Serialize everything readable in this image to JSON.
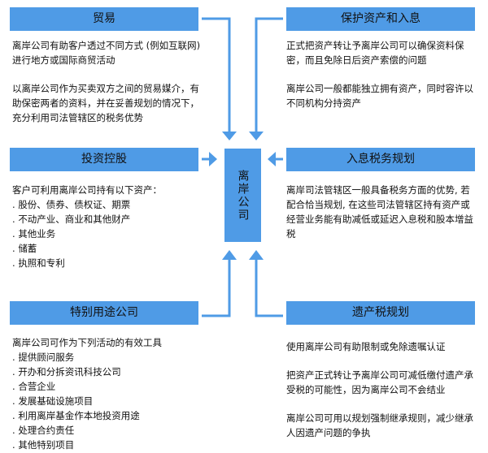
{
  "accent_color": "#4f9be6",
  "center": {
    "label": "离岸公司"
  },
  "trade": {
    "title": "贸易",
    "paragraphs": [
      "离岸公司有助客户透过不同方式 (例如互联网) 进行地方或国际商贸活动",
      "以离岸公司作为买卖双方之间的贸易媒介，有助保密两者的资料，并在妥善规划的情况下，充分利用司法管辖区的税务优势"
    ]
  },
  "asset": {
    "title": "保护资产和入息",
    "paragraphs": [
      "正式把资产转让予离岸公司可以确保资料保密，而且免除日后资产索偿的问题",
      "离岸公司一般都能独立拥有资产，同时容许以不同机构分持资产"
    ]
  },
  "holding": {
    "title": "投资控股",
    "intro": "客户可利用离岸公司持有以下资产：",
    "items": [
      "股份、债券、债权证、期票",
      "不动产业、商业和其他财产",
      "其他业务",
      "储蓄",
      "执照和专利"
    ]
  },
  "income_tax": {
    "title": "入息税务规划",
    "paragraphs": [
      "离岸司法管辖区一般具备税务方面的优势, 若配合恰当规划, 在这些司法管辖区持有资产或经营业务能有助减低或延迟入息税和股本增益税"
    ]
  },
  "special": {
    "title": "特别用途公司",
    "intro": "离岸公司可作为下列活动的有效工具",
    "items": [
      "提供顾问服务",
      "开办和分拆资讯科技公司",
      "合营企业",
      "发展基础设施项目",
      "利用离岸基金作本地投资用途",
      "处理合约责任",
      "其他特别项目"
    ]
  },
  "estate": {
    "title": "遗产税规划",
    "paragraphs": [
      "使用离岸公司有助限制或免除遗嘱认证",
      "把资产正式转让予离岸公司可减低缴付遗产承受税的可能性，因为离岸公司不会结业",
      "离岸公司可用以规划强制继承规则，减少继承人因遗产问题的争执"
    ]
  }
}
